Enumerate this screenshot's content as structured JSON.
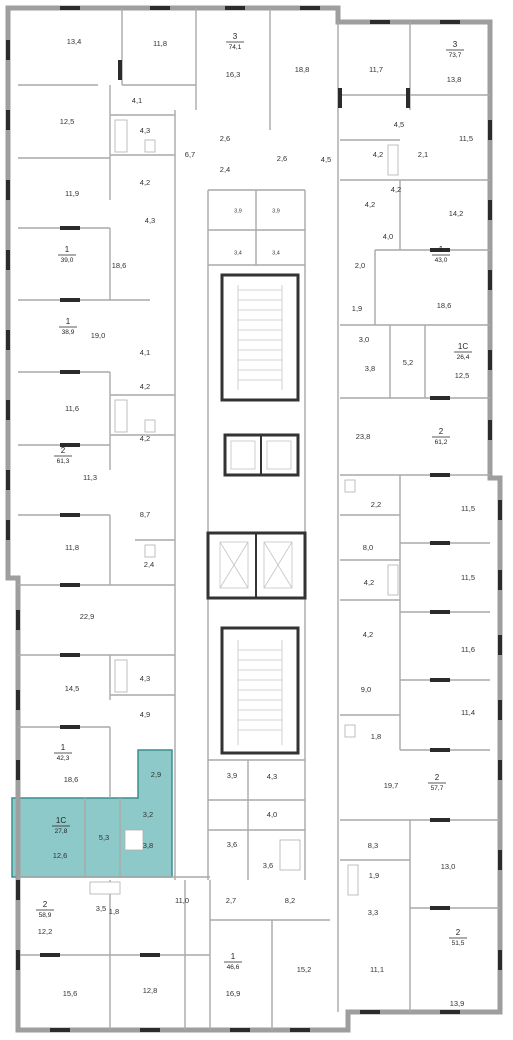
{
  "colors": {
    "highlight": "#8cc9c8",
    "highlight_stroke": "#3a8f8f",
    "wall": "#a9a9a9",
    "window": "#2b2b2b"
  },
  "room_areas": [
    {
      "id": "r1",
      "text": "13,4"
    },
    {
      "id": "r2",
      "text": "11,8"
    },
    {
      "id": "r3",
      "text": "16,3"
    },
    {
      "id": "r4",
      "text": "18,8"
    },
    {
      "id": "r5",
      "text": "11,7"
    },
    {
      "id": "r6",
      "text": "13,8"
    },
    {
      "id": "r7",
      "text": "4,1"
    },
    {
      "id": "r8",
      "text": "12,5"
    },
    {
      "id": "r9",
      "text": "4,3"
    },
    {
      "id": "r10",
      "text": "2,6"
    },
    {
      "id": "r11",
      "text": "2,6"
    },
    {
      "id": "r12",
      "text": "6,7"
    },
    {
      "id": "r13",
      "text": "4,2"
    },
    {
      "id": "r14",
      "text": "2,4"
    },
    {
      "id": "r15",
      "text": "4,5"
    },
    {
      "id": "r16",
      "text": "4,5"
    },
    {
      "id": "r17",
      "text": "4,2"
    },
    {
      "id": "r18",
      "text": "2,1"
    },
    {
      "id": "r19",
      "text": "11,5"
    },
    {
      "id": "r20",
      "text": "11,9"
    },
    {
      "id": "r21",
      "text": "4,2"
    },
    {
      "id": "r22",
      "text": "4,3"
    },
    {
      "id": "r23",
      "text": "3,9"
    },
    {
      "id": "r24",
      "text": "3,9"
    },
    {
      "id": "r25",
      "text": "4,2"
    },
    {
      "id": "r26",
      "text": "14,2"
    },
    {
      "id": "r27",
      "text": "18,6"
    },
    {
      "id": "r28",
      "text": "3,4"
    },
    {
      "id": "r29",
      "text": "3,4"
    },
    {
      "id": "r30",
      "text": "4,0"
    },
    {
      "id": "r31",
      "text": "2,0"
    },
    {
      "id": "r32",
      "text": "18,6"
    },
    {
      "id": "r33",
      "text": "19,0"
    },
    {
      "id": "r34",
      "text": "1,9"
    },
    {
      "id": "r35",
      "text": "3,0"
    },
    {
      "id": "r36",
      "text": "5,2"
    },
    {
      "id": "r37",
      "text": "12,5"
    },
    {
      "id": "r38",
      "text": "3,8"
    },
    {
      "id": "r39",
      "text": "4,1"
    },
    {
      "id": "r40",
      "text": "11,6"
    },
    {
      "id": "r41",
      "text": "4,2"
    },
    {
      "id": "r42",
      "text": "23,8"
    },
    {
      "id": "r43",
      "text": "4,2"
    },
    {
      "id": "r44",
      "text": "11,3"
    },
    {
      "id": "r45",
      "text": "2,2"
    },
    {
      "id": "r46",
      "text": "11,5"
    },
    {
      "id": "r47",
      "text": "8,7"
    },
    {
      "id": "r48",
      "text": "8,0"
    },
    {
      "id": "r49",
      "text": "11,8"
    },
    {
      "id": "r50",
      "text": "2,4"
    },
    {
      "id": "r51",
      "text": "11,5"
    },
    {
      "id": "r52",
      "text": "4,2"
    },
    {
      "id": "r53",
      "text": "22,9"
    },
    {
      "id": "r54",
      "text": "4,2"
    },
    {
      "id": "r55",
      "text": "11,6"
    },
    {
      "id": "r56",
      "text": "4,3"
    },
    {
      "id": "r57",
      "text": "14,5"
    },
    {
      "id": "r58",
      "text": "9,0"
    },
    {
      "id": "r59",
      "text": "4,9"
    },
    {
      "id": "r60",
      "text": "11,4"
    },
    {
      "id": "r61",
      "text": "1,8"
    },
    {
      "id": "r62",
      "text": "18,6"
    },
    {
      "id": "r63",
      "text": "2,9"
    },
    {
      "id": "r64",
      "text": "3,9"
    },
    {
      "id": "r65",
      "text": "4,3"
    },
    {
      "id": "r66",
      "text": "19,7"
    },
    {
      "id": "r67",
      "text": "4,0"
    },
    {
      "id": "r68",
      "text": "3,2"
    },
    {
      "id": "r69",
      "text": "5,3"
    },
    {
      "id": "r70",
      "text": "12,6"
    },
    {
      "id": "r71",
      "text": "3,8"
    },
    {
      "id": "r72",
      "text": "3,6"
    },
    {
      "id": "r73",
      "text": "3,6"
    },
    {
      "id": "r74",
      "text": "8,3"
    },
    {
      "id": "r75",
      "text": "13,0"
    },
    {
      "id": "r76",
      "text": "1,9"
    },
    {
      "id": "r77",
      "text": "3,3"
    },
    {
      "id": "r78",
      "text": "11,0"
    },
    {
      "id": "r79",
      "text": "2,7"
    },
    {
      "id": "r80",
      "text": "8,2"
    },
    {
      "id": "r81",
      "text": "3,5"
    },
    {
      "id": "r82",
      "text": "1,8"
    },
    {
      "id": "r83",
      "text": "12,2"
    },
    {
      "id": "r84",
      "text": "15,6"
    },
    {
      "id": "r85",
      "text": "12,8"
    },
    {
      "id": "r86",
      "text": "16,9"
    },
    {
      "id": "r87",
      "text": "15,2"
    },
    {
      "id": "r88",
      "text": "11,1"
    },
    {
      "id": "r89",
      "text": "13,9"
    }
  ],
  "apartments": [
    {
      "id": "a1",
      "rooms": "3",
      "area": "74,1"
    },
    {
      "id": "a2",
      "rooms": "3",
      "area": "73,7"
    },
    {
      "id": "a3",
      "rooms": "1",
      "area": "39,0"
    },
    {
      "id": "a4",
      "rooms": "1",
      "area": "43,0"
    },
    {
      "id": "a5",
      "rooms": "1",
      "area": "38,9"
    },
    {
      "id": "a6",
      "rooms": "1С",
      "area": "26,4"
    },
    {
      "id": "a7",
      "rooms": "2",
      "area": "61,2"
    },
    {
      "id": "a8",
      "rooms": "2",
      "area": "61,3"
    },
    {
      "id": "a9",
      "rooms": "1",
      "area": "42,3"
    },
    {
      "id": "a10",
      "rooms": "2",
      "area": "57,7"
    },
    {
      "id": "a11",
      "rooms": "1С",
      "area": "27,8"
    },
    {
      "id": "a12",
      "rooms": "2",
      "area": "58,9"
    },
    {
      "id": "a13",
      "rooms": "2",
      "area": "51,5"
    },
    {
      "id": "a14",
      "rooms": "1",
      "area": "46,6"
    }
  ]
}
